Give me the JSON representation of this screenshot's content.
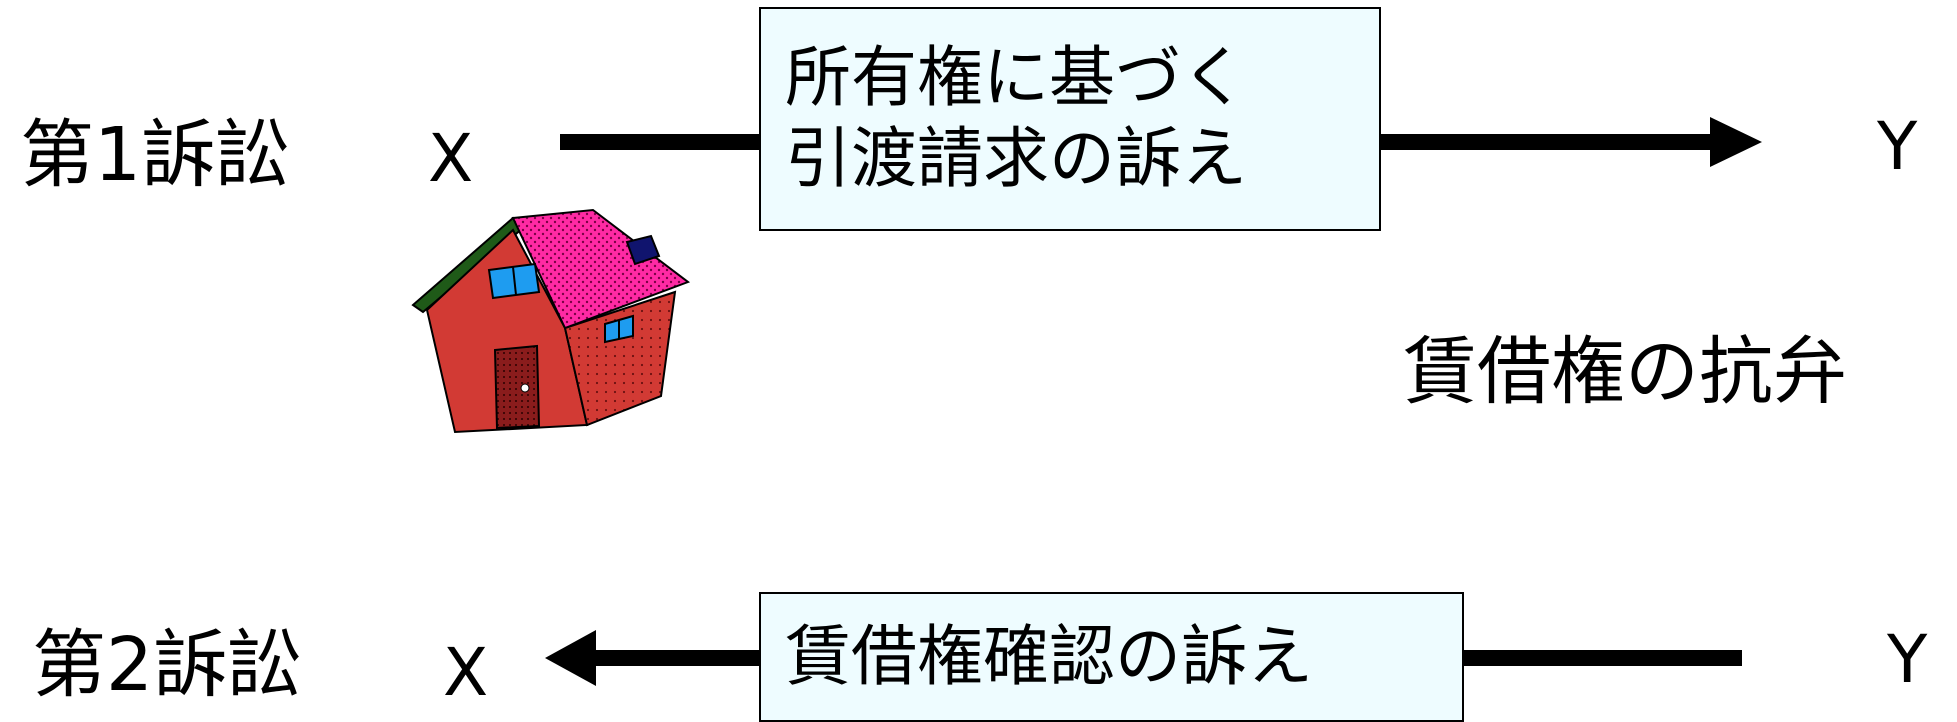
{
  "suit1": {
    "label": "第1訴訟",
    "plaintiff": "X",
    "defendant": "Y",
    "claim_lines": [
      "所有権に基づく",
      "引渡請求の訴え"
    ]
  },
  "defense_label": "賃借権の抗弁",
  "suit2": {
    "label": "第2訴訟",
    "plaintiff": "X",
    "defendant": "Y",
    "claim_text": "賃借権確認の訴え"
  },
  "colors": {
    "box_fill": "#eefcff",
    "arrow": "#000000",
    "house_wall": "#d23a34",
    "house_roof": "#ff2aa4",
    "house_window": "#1e9cf0"
  },
  "icons": [
    "house-icon"
  ]
}
